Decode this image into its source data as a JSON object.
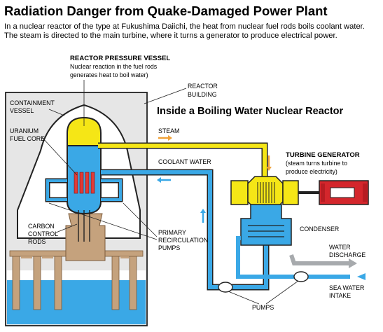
{
  "title": "Radiation Danger from Quake-Damaged Power Plant",
  "intro": [
    "In a nuclear reactor of the type at Fukushima Daiichi, the heat from nuclear fuel rods boils coolant water.",
    "The steam is directed to the main turbine, where it turns a generator to produce electrical power."
  ],
  "section_title": "Inside a Boiling Water Nuclear Reactor",
  "labels": {
    "reactor_vessel_title": "REACTOR PRESSURE VESSEL",
    "reactor_vessel_desc": [
      "Nuclear reaction in the fuel rods",
      "generates heat to boil water)"
    ],
    "reactor_building": [
      "REACTOR",
      "BUILDING"
    ],
    "containment_vessel": [
      "CONTAINMENT",
      "VESSEL"
    ],
    "uranium_fuel_core": [
      "URANIUM",
      "FUEL CORE"
    ],
    "carbon_control_rods": [
      "CARBON",
      "CONTROL",
      "RODS"
    ],
    "primary_recirculation_pumps": [
      "PRIMARY",
      "RECIRCULATION",
      "PUMPS"
    ],
    "steam": "STEAM",
    "coolant_water": "COOLANT WATER",
    "turbine_generator_title": "TURBINE GENERATOR",
    "turbine_generator_desc": [
      "(steam turns turbine to",
      "produce electricity)"
    ],
    "condenser": "CONDENSER",
    "water_discharge": [
      "WATER",
      "DISCHARGE"
    ],
    "sea_water_intake": [
      "SEA WATER",
      "INTAKE"
    ],
    "pumps": "PUMPS"
  },
  "colors": {
    "steam": "#f5e616",
    "coolant": "#3aa8e6",
    "control_rods": "#c5a27d",
    "fuel_core": "#e23a36",
    "generator": "#d4262c",
    "building": "#e6e6e6",
    "arrow_steam": "#f0a23a",
    "arrow_water": "#3aa8e6",
    "discharge": "#a7aaad"
  }
}
